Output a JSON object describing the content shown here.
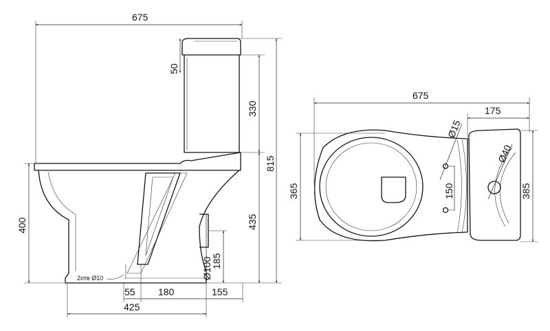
{
  "side_view": {
    "width_total": "675",
    "lid_height": "50",
    "tank_height": "330",
    "total_height": "815",
    "bowl_height": "435",
    "seat_height": "400",
    "outlet_height": "185",
    "outlet_diameter": "Ø100",
    "fix_holes": "2отв Ø10",
    "dim_55": "55",
    "dim_180": "180",
    "dim_155": "155",
    "base_length": "425"
  },
  "top_view": {
    "width_total": "675",
    "tank_depth": "175",
    "hole_diameter_small": "Ø15",
    "hole_diameter_large": "Ø40",
    "hole_spacing": "150",
    "bowl_width": "365",
    "tank_width": "385"
  }
}
